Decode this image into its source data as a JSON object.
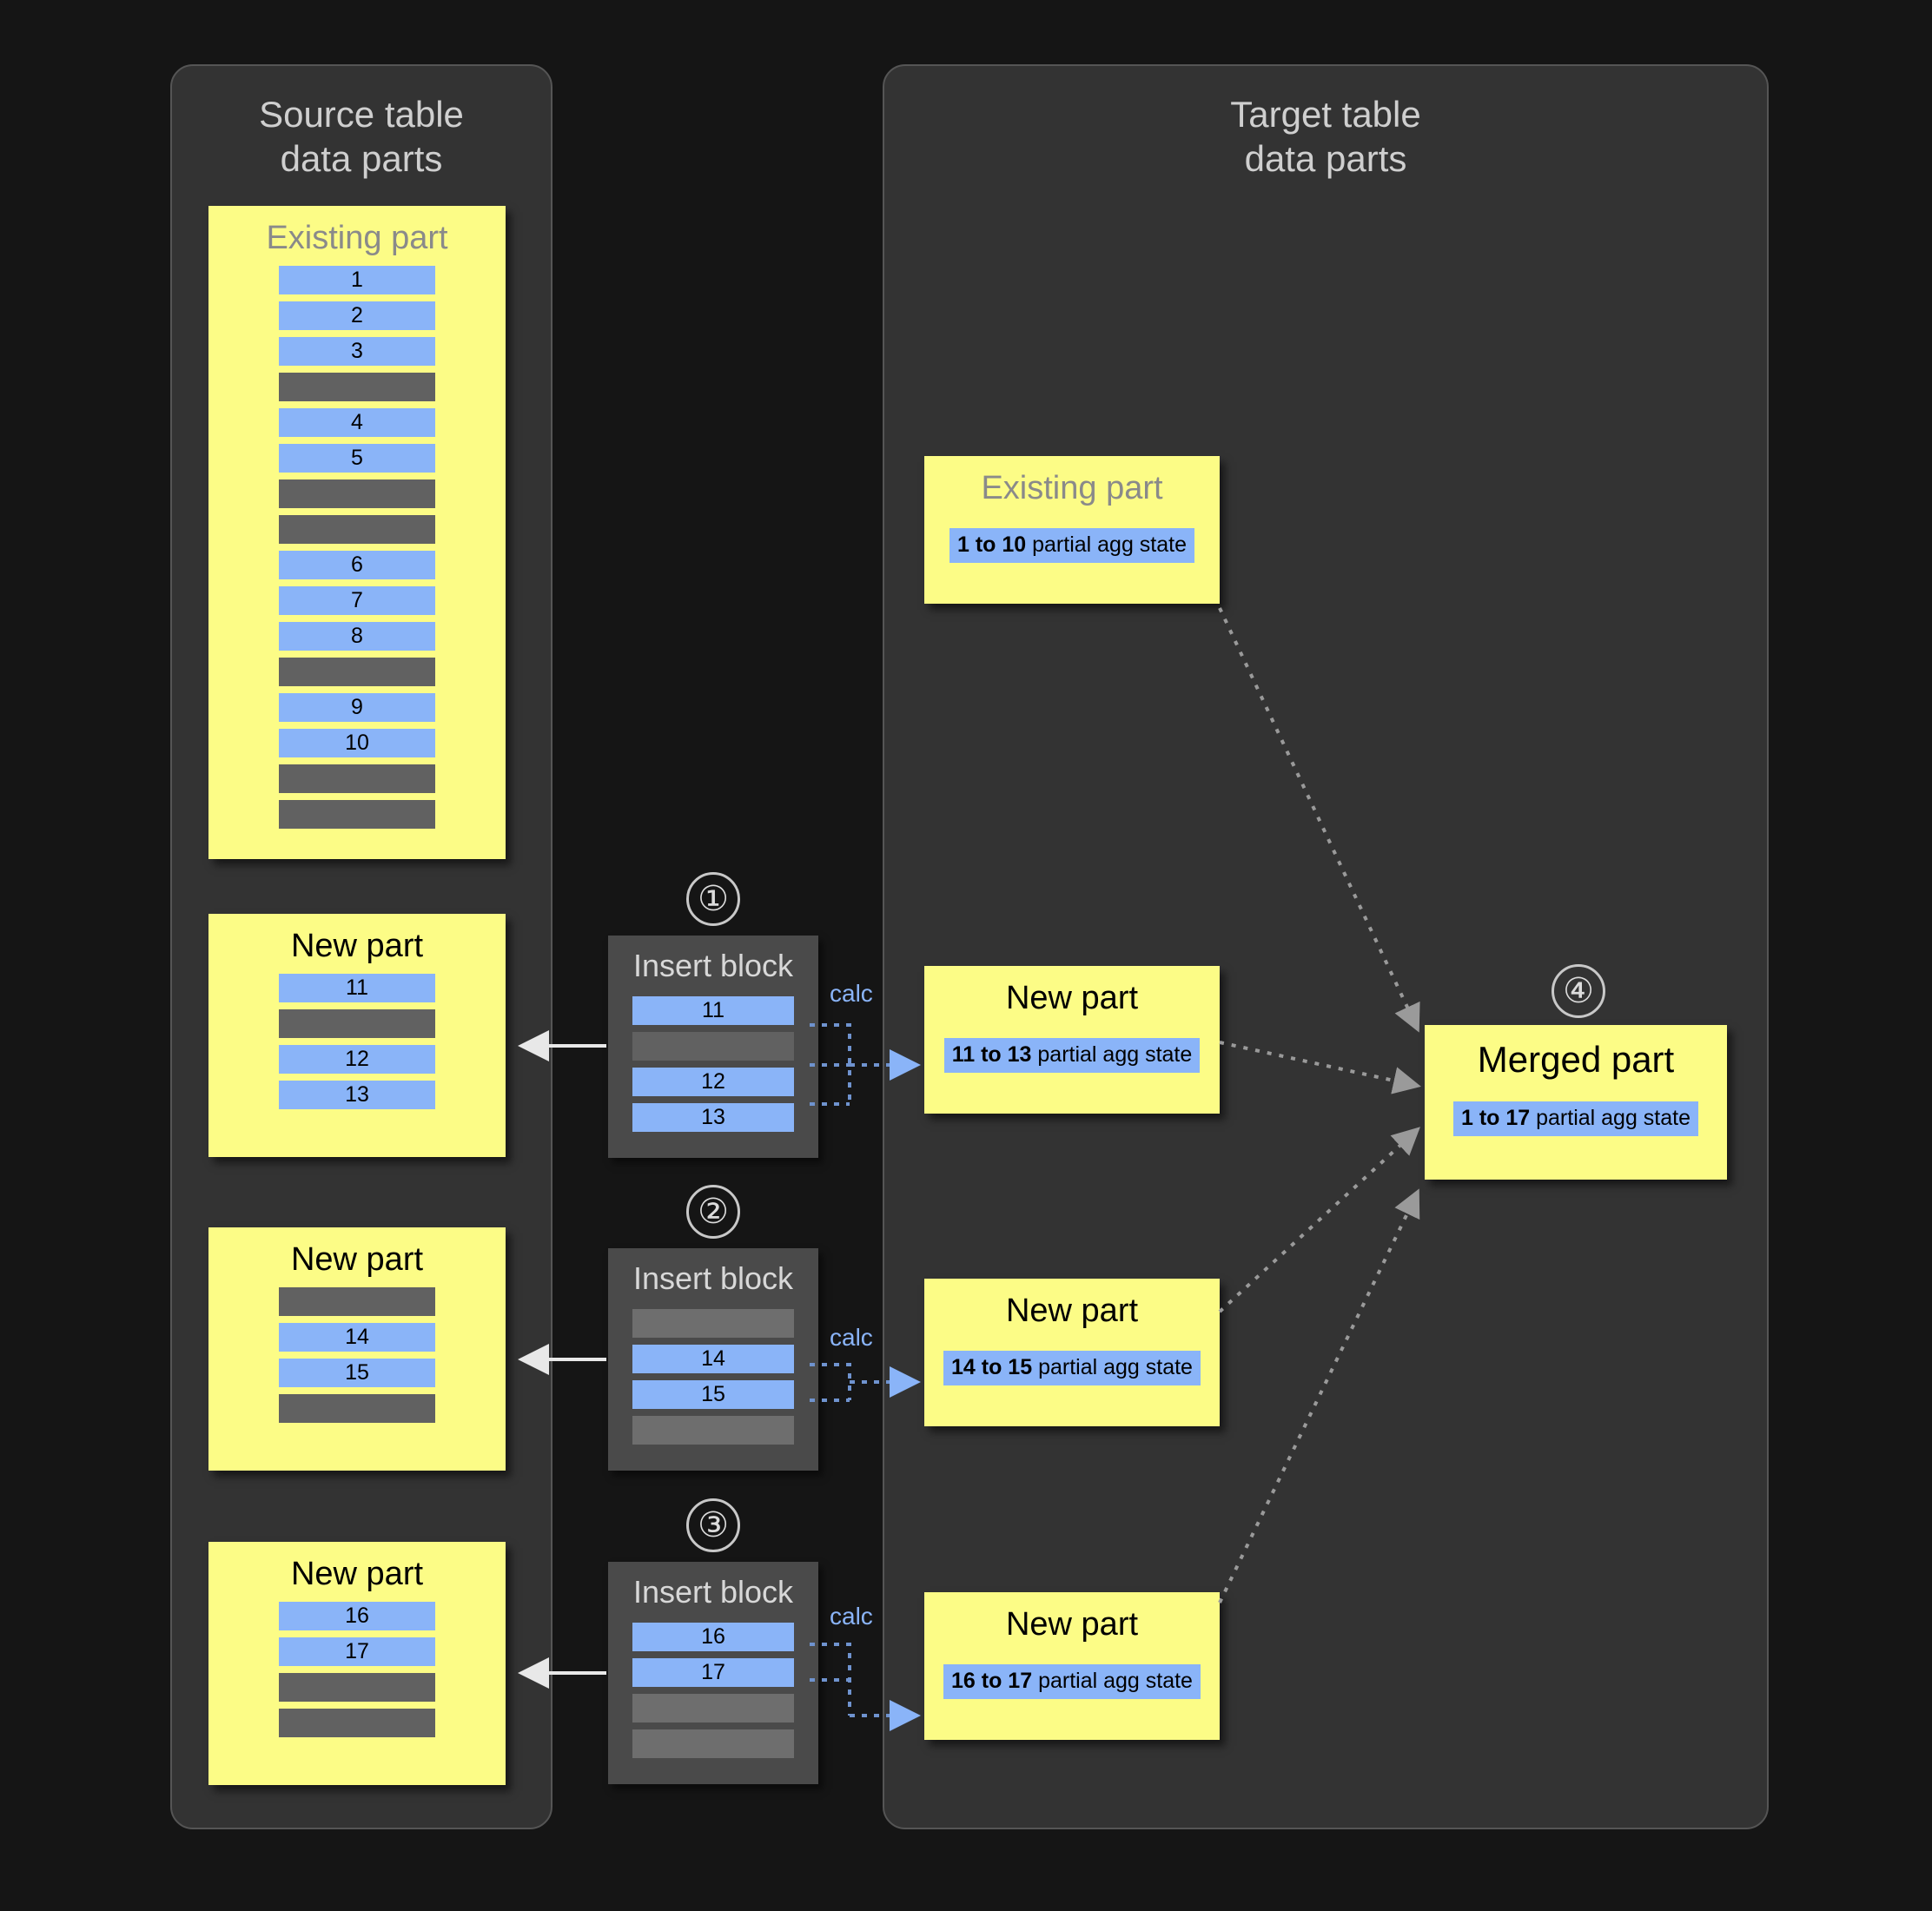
{
  "source_panel": {
    "title": "Source table\ndata parts",
    "existing_part": {
      "title": "Existing part",
      "rows": [
        {
          "type": "blue",
          "label": "1"
        },
        {
          "type": "blue",
          "label": "2"
        },
        {
          "type": "blue",
          "label": "3"
        },
        {
          "type": "gray",
          "label": ""
        },
        {
          "type": "blue",
          "label": "4"
        },
        {
          "type": "blue",
          "label": "5"
        },
        {
          "type": "gray",
          "label": ""
        },
        {
          "type": "gray",
          "label": ""
        },
        {
          "type": "blue",
          "label": "6"
        },
        {
          "type": "blue",
          "label": "7"
        },
        {
          "type": "blue",
          "label": "8"
        },
        {
          "type": "gray",
          "label": ""
        },
        {
          "type": "blue",
          "label": "9"
        },
        {
          "type": "blue",
          "label": "10"
        },
        {
          "type": "gray",
          "label": ""
        },
        {
          "type": "gray",
          "label": ""
        }
      ]
    },
    "new_parts": [
      {
        "title": "New part",
        "rows": [
          {
            "type": "blue",
            "label": "11"
          },
          {
            "type": "gray",
            "label": ""
          },
          {
            "type": "blue",
            "label": "12"
          },
          {
            "type": "blue",
            "label": "13"
          }
        ]
      },
      {
        "title": "New part",
        "rows": [
          {
            "type": "gray",
            "label": ""
          },
          {
            "type": "blue",
            "label": "14"
          },
          {
            "type": "blue",
            "label": "15"
          },
          {
            "type": "gray",
            "label": ""
          }
        ]
      },
      {
        "title": "New part",
        "rows": [
          {
            "type": "blue",
            "label": "16"
          },
          {
            "type": "blue",
            "label": "17"
          },
          {
            "type": "gray",
            "label": ""
          },
          {
            "type": "gray",
            "label": ""
          }
        ]
      }
    ]
  },
  "insert_blocks": [
    {
      "step": "①",
      "title": "Insert block",
      "calc_label": "calc",
      "rows": [
        {
          "type": "blue",
          "label": "11"
        },
        {
          "type": "gray",
          "label": ""
        },
        {
          "type": "blue",
          "label": "12"
        },
        {
          "type": "blue",
          "label": "13"
        }
      ]
    },
    {
      "step": "②",
      "title": "Insert block",
      "calc_label": "calc",
      "rows": [
        {
          "type": "graylight",
          "label": ""
        },
        {
          "type": "blue",
          "label": "14"
        },
        {
          "type": "blue",
          "label": "15"
        },
        {
          "type": "graylight",
          "label": ""
        }
      ]
    },
    {
      "step": "③",
      "title": "Insert block",
      "calc_label": "calc",
      "rows": [
        {
          "type": "blue",
          "label": "16"
        },
        {
          "type": "blue",
          "label": "17"
        },
        {
          "type": "graylight",
          "label": ""
        },
        {
          "type": "graylight",
          "label": ""
        }
      ]
    }
  ],
  "target_panel": {
    "title": "Target table\ndata parts",
    "existing_part": {
      "title": "Existing part",
      "agg_range": "1 to 10",
      "agg_suffix": " partial agg state"
    },
    "new_parts": [
      {
        "title": "New part",
        "agg_range": "11 to 13",
        "agg_suffix": " partial agg state"
      },
      {
        "title": "New part",
        "agg_range": "14 to 15",
        "agg_suffix": " partial agg state"
      },
      {
        "title": "New part",
        "agg_range": "16 to 17",
        "agg_suffix": " partial agg state"
      }
    ],
    "merged_part": {
      "step": "④",
      "title": "Merged part",
      "agg_range": "1 to 17",
      "agg_suffix": " partial agg state"
    }
  },
  "colors": {
    "background": "#151515",
    "panel": "#333333",
    "panel_border": "#555555",
    "part_yellow": "#fcfc86",
    "row_blue": "#8ab4f8",
    "row_gray": "#616161",
    "insert_block": "#4a4a4a",
    "accent_blue": "#8ab4f8",
    "arrow_gray": "#9a9a9a",
    "title_text": "#cfcfcf",
    "dim_title": "#8a8a8a"
  }
}
